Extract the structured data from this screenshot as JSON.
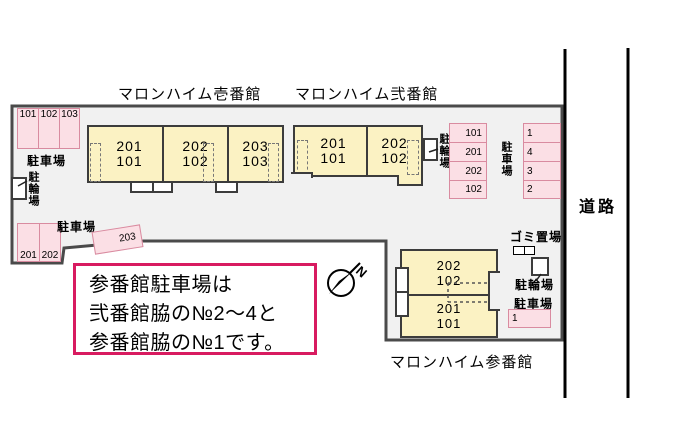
{
  "titles": {
    "building1": "マロンハイム壱番館",
    "building2": "マロンハイム弐番館",
    "building3": "マロンハイム参番館"
  },
  "labels": {
    "parking": "駐車場",
    "bicycle": "駐輪場",
    "garbage": "ゴミ置場",
    "road": "道路",
    "north": "N"
  },
  "buildings": {
    "b1": {
      "units": [
        {
          "upper": "201",
          "lower": "101"
        },
        {
          "upper": "202",
          "lower": "102"
        },
        {
          "upper": "203",
          "lower": "103"
        }
      ]
    },
    "b2": {
      "units": [
        {
          "upper": "201",
          "lower": "101"
        },
        {
          "upper": "202",
          "lower": "102"
        }
      ]
    },
    "b3": {
      "units": [
        {
          "upper": "202",
          "lower": "102"
        },
        {
          "upper": "201",
          "lower": "101"
        }
      ]
    }
  },
  "parking": {
    "top_left": {
      "stalls": [
        "101",
        "102",
        "103"
      ]
    },
    "bottom_left": {
      "stalls": [
        "201",
        "202"
      ]
    },
    "tilted_stall": "203",
    "building2_side": {
      "stalls": [
        "101",
        "201",
        "202",
        "102"
      ]
    },
    "road_side": {
      "stalls": [
        "1",
        "4",
        "3",
        "2"
      ]
    },
    "building3_side": {
      "stalls": [
        "1"
      ]
    }
  },
  "note": {
    "line1": "参番館駐車場は",
    "line2": "弐番館脇の№2～4と",
    "line3": "参番館脇の№1です。"
  },
  "colors": {
    "site_fill": "#f1f1f1",
    "site_border": "#4a4a4a",
    "building_fill": "#fbf2c3",
    "building_border": "#3c3c3c",
    "stall_fill": "#fbdfe5",
    "stall_border": "#d98ba0",
    "note_border": "#d81b60",
    "road_line": "#000000"
  }
}
